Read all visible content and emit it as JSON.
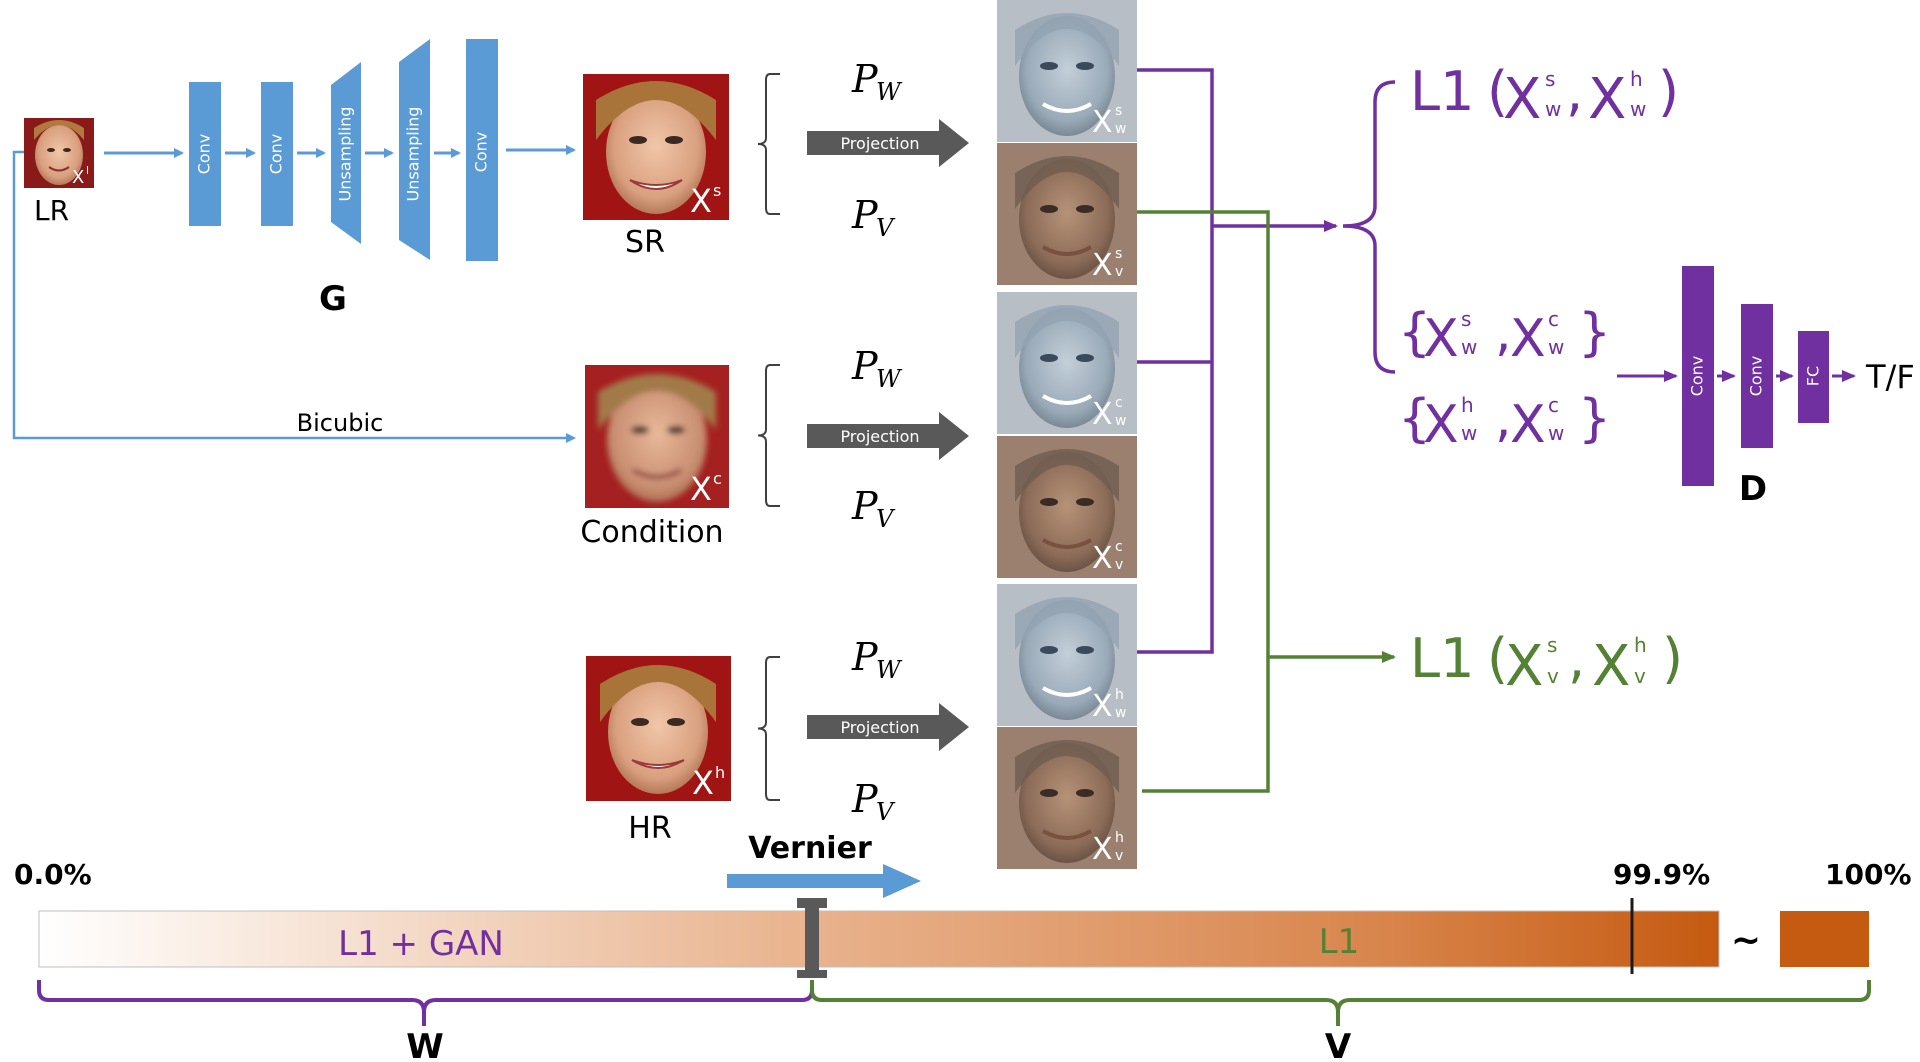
{
  "colors": {
    "blue": "#5b9bd5",
    "purple": "#7030a0",
    "green": "#548235",
    "orange": "#c55a11",
    "dark_gray": "#595959",
    "black": "#000000"
  },
  "generator": {
    "label": "G",
    "lr_label": "LR",
    "lr_sub": "l",
    "blocks": [
      "Conv",
      "Conv",
      "Unsampling",
      "Unsampling",
      "Conv"
    ],
    "bicubic_label": "Bicubic"
  },
  "faces": {
    "sr_label": "SR",
    "sr_sub": "s",
    "condition_label": "Condition",
    "condition_sub": "c",
    "hr_label": "HR",
    "hr_sub": "h"
  },
  "projection": {
    "label": "Projection",
    "pw": "P",
    "pw_sub": "W",
    "pv": "P",
    "pv_sub": "V"
  },
  "projected": {
    "x": "X",
    "w": "w",
    "v": "v",
    "rows": [
      "s",
      "c",
      "h"
    ]
  },
  "losses": {
    "l1_w": {
      "name": "L1",
      "a_sup": "s",
      "b_sup": "h",
      "sub": "w"
    },
    "l1_v": {
      "name": "L1",
      "a_sup": "s",
      "b_sup": "h",
      "sub": "v"
    },
    "pair1": {
      "a_sup": "s",
      "b_sup": "c",
      "sub": "w"
    },
    "pair2": {
      "a_sup": "h",
      "b_sup": "c",
      "sub": "w"
    }
  },
  "discriminator": {
    "label": "D",
    "blocks": [
      "Conv",
      "Conv",
      "FC"
    ],
    "output": "T/F"
  },
  "bar": {
    "vernier": "Vernier",
    "start_pct": "0.0%",
    "mark_pct": "99.9%",
    "end_pct": "100%",
    "left_label": "L1 + GAN",
    "right_label": "L1",
    "tilde": "~",
    "w_label": "W",
    "v_label": "V"
  }
}
